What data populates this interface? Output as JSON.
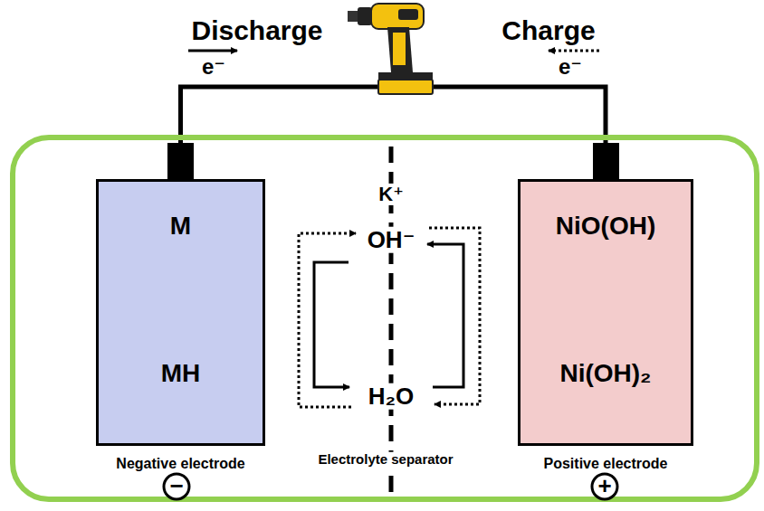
{
  "diagram": {
    "nodes": [
      {
        "text": [
          "M",
          "MH",
          "Negative electrode"
        ]
      },
      {
        "text": [
          "NiO(OH)",
          "Ni(OH)₂",
          "Positive electrode"
        ]
      }
    ],
    "edges": [
      {
        "from": 0,
        "to": 1,
        "arrow": "none"
      }
    ],
    "labels": [
      "Discharge",
      "e⁻",
      "Charge",
      "e⁻",
      "K⁺",
      "OH⁻",
      "H₂O",
      "Electrolyte separator",
      "−",
      "+"
    ]
  }
}
